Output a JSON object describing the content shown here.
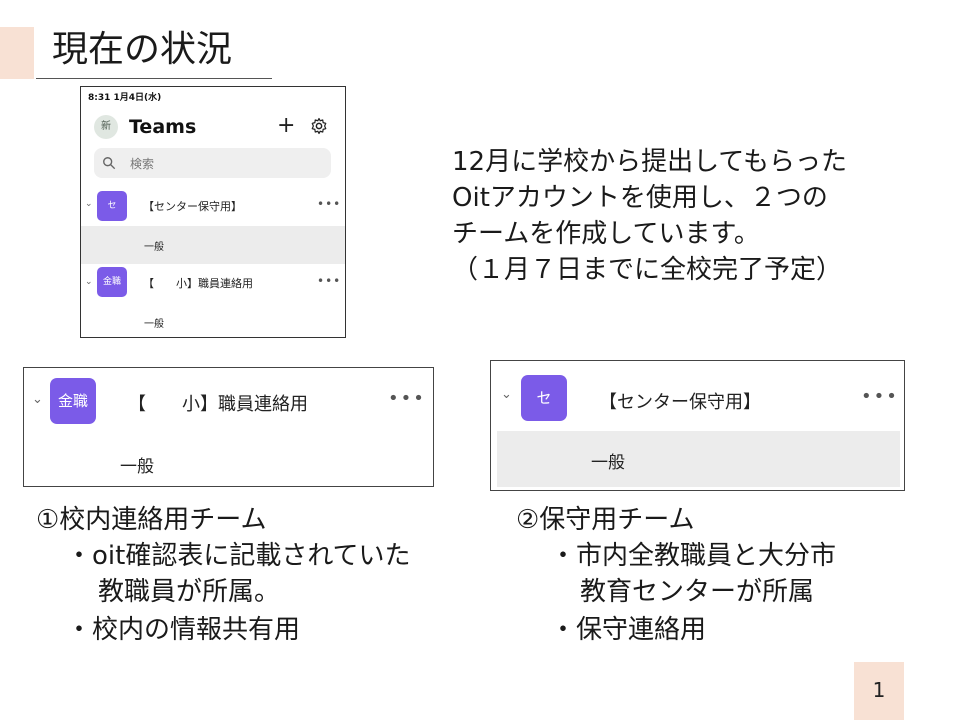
{
  "slide": {
    "title": "現在の状況",
    "page_number": "1"
  },
  "phone": {
    "status": "8:31 1月4日(水)",
    "avatar": "新",
    "app_title": "Teams",
    "plus": "+",
    "search_placeholder": "検索",
    "teams": [
      {
        "tile": "セ",
        "name": "【センター保守用】",
        "more": "•••",
        "channel": "一般"
      },
      {
        "tile": "金職",
        "name": "【　　小】職員連絡用",
        "more": "•••",
        "channel": "一般"
      }
    ]
  },
  "description": {
    "lines": [
      "12月に学校から提出してもらった",
      "Oitアカウントを使用し、２つの",
      "チームを作成しています。",
      "（１月７日までに全校完了予定）"
    ]
  },
  "card1": {
    "tile": "金職",
    "name": "【　　小】職員連絡用",
    "more": "•••",
    "channel": "一般"
  },
  "card2": {
    "tile": "セ",
    "name": "【センター保守用】",
    "more": "•••",
    "channel": "一般"
  },
  "section1": {
    "heading": "①校内連絡用チーム",
    "lines": [
      "・oit確認表に記載されていた",
      "教職員が所属。",
      "・校内の情報共有用"
    ]
  },
  "section2": {
    "heading": "②保守用チーム",
    "lines": [
      "・市内全教職員と大分市",
      "教育センターが所属",
      "・保守連絡用"
    ]
  },
  "colors": {
    "tile_purple": "#7b5be8",
    "accent_peach": "#f8e1d4"
  }
}
